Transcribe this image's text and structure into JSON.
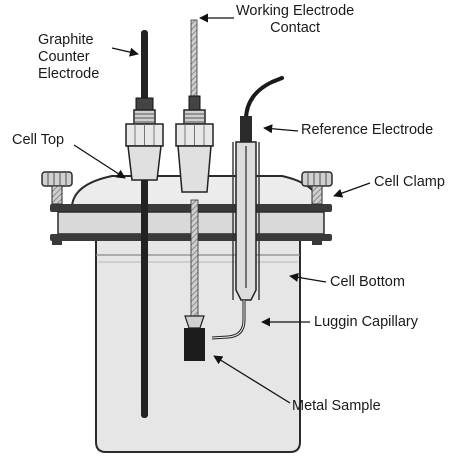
{
  "labels": {
    "working_electrode_line1": "Working  Electrode",
    "working_electrode_line2": "Contact",
    "graphite_line1": "Graphite",
    "graphite_line2": "Counter",
    "graphite_line3": "Electrode",
    "reference_electrode": "Reference Electrode",
    "cell_top": "Cell Top",
    "cell_clamp": "Cell Clamp",
    "cell_bottom": "Cell Bottom",
    "luggin_capillary": "Luggin Capillary",
    "metal_sample": "Metal Sample"
  }
}
